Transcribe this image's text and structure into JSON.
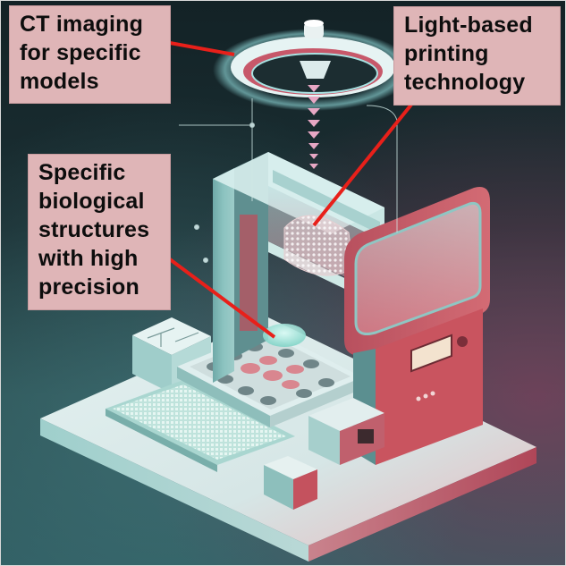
{
  "figure": {
    "subject": "Isometric illustration of a light-based 3D bioprinter",
    "colors": {
      "callout_background": "#dfb5b7",
      "leader_line": "#e8201a",
      "machine_teal": "#8fc9c6",
      "machine_red": "#c4525e",
      "background_dark": "#132226"
    }
  },
  "callouts": [
    {
      "id": "ct-imaging",
      "lines": [
        "CT imaging",
        "for specific",
        "models"
      ],
      "points_to": "ring light projector above printer"
    },
    {
      "id": "light-based-printing",
      "lines": [
        "Light-based",
        "printing",
        "technology"
      ],
      "points_to": "printed lattice structure inside chamber"
    },
    {
      "id": "biological-structures",
      "lines": [
        "Specific",
        "biological",
        "structures",
        "with high",
        "precision"
      ],
      "points_to": "printed dome-shaped tissue on build plate"
    }
  ]
}
